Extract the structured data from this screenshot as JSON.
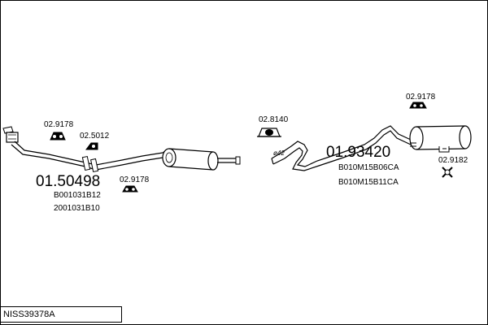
{
  "reference": "NISS39378A",
  "front_assembly": {
    "article_number": "01.50498",
    "sub_codes": [
      "B001031B12",
      "2001031B10"
    ],
    "parts": [
      {
        "code": "02.9178",
        "icon": "rubber-hanger-icon"
      },
      {
        "code": "02.5012",
        "icon": "mounting-clip-icon"
      },
      {
        "code": "02.9178",
        "icon": "rubber-hanger-icon"
      }
    ]
  },
  "rear_assembly": {
    "article_number": "01.93420",
    "sub_codes": [
      "B010M15B06CA",
      "B010M15B11CA"
    ],
    "pipe_diameter": "ø42",
    "parts": [
      {
        "code": "02.8140",
        "icon": "clamp-icon"
      },
      {
        "code": "02.9178",
        "icon": "rubber-hanger-icon"
      },
      {
        "code": "02.9182",
        "icon": "damper-ring-icon"
      }
    ]
  },
  "colors": {
    "line": "#000000",
    "background": "#ffffff"
  }
}
